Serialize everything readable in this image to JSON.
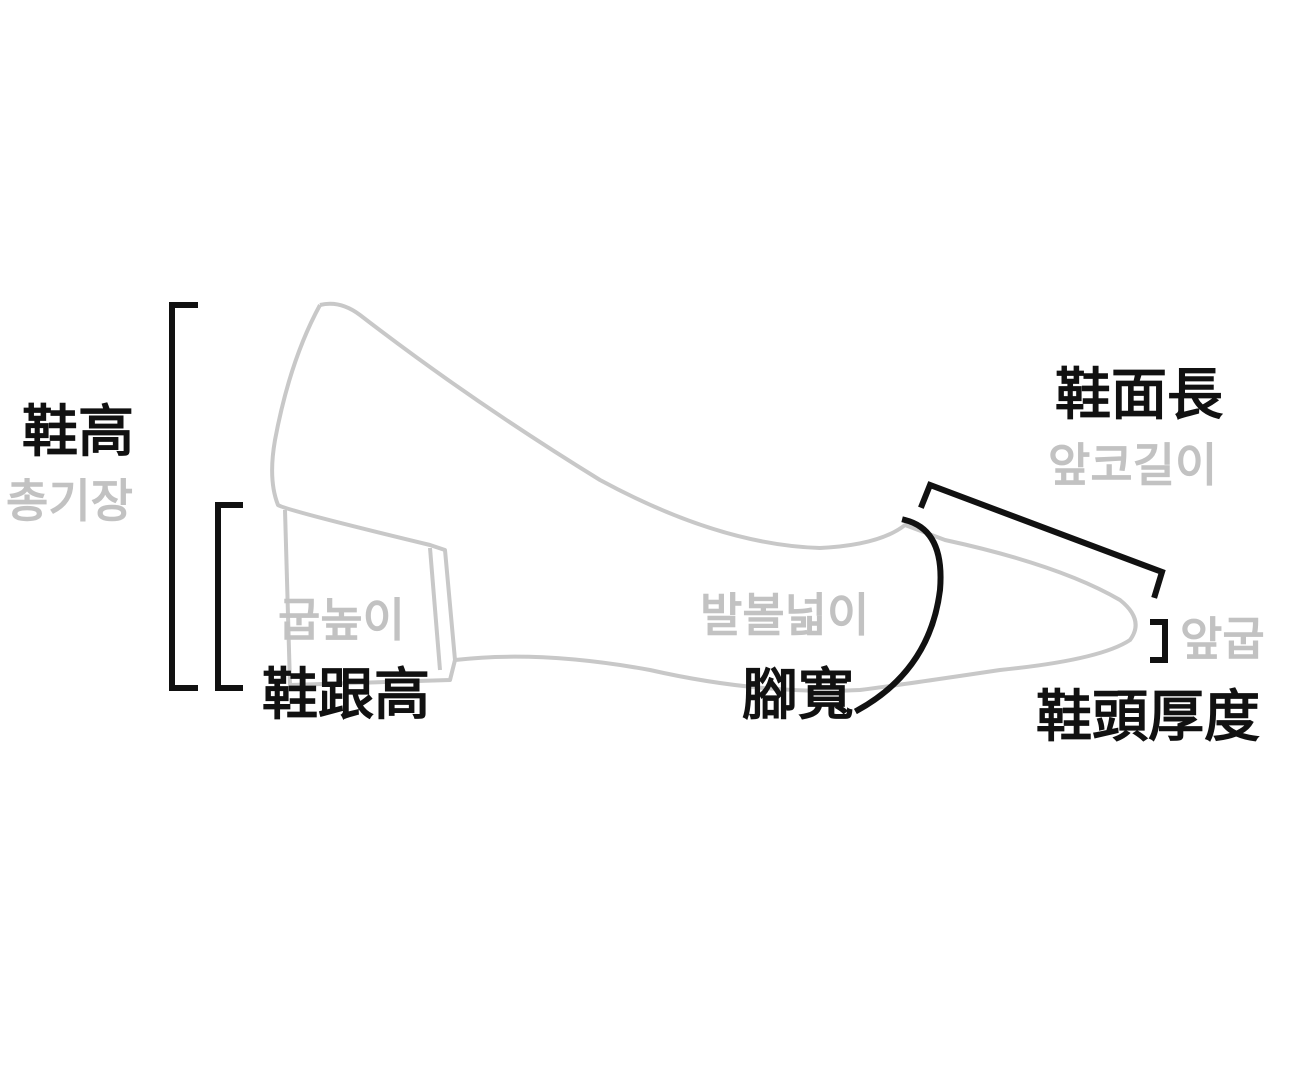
{
  "labels": {
    "total_height": {
      "zh": "鞋高",
      "ko": "총기장"
    },
    "heel_height": {
      "zh": "鞋跟高",
      "ko": "굽높이"
    },
    "foot_width": {
      "zh": "腳寬",
      "ko": "발볼넓이"
    },
    "vamp_length": {
      "zh": "鞋面長",
      "ko": "앞코길이"
    },
    "toe_thickness": {
      "zh": "鞋頭厚度",
      "ko": "앞굽"
    }
  },
  "colors": {
    "outline": "#c8c8c8",
    "marker": "#111111",
    "korean_text": "#c2c2c2"
  }
}
